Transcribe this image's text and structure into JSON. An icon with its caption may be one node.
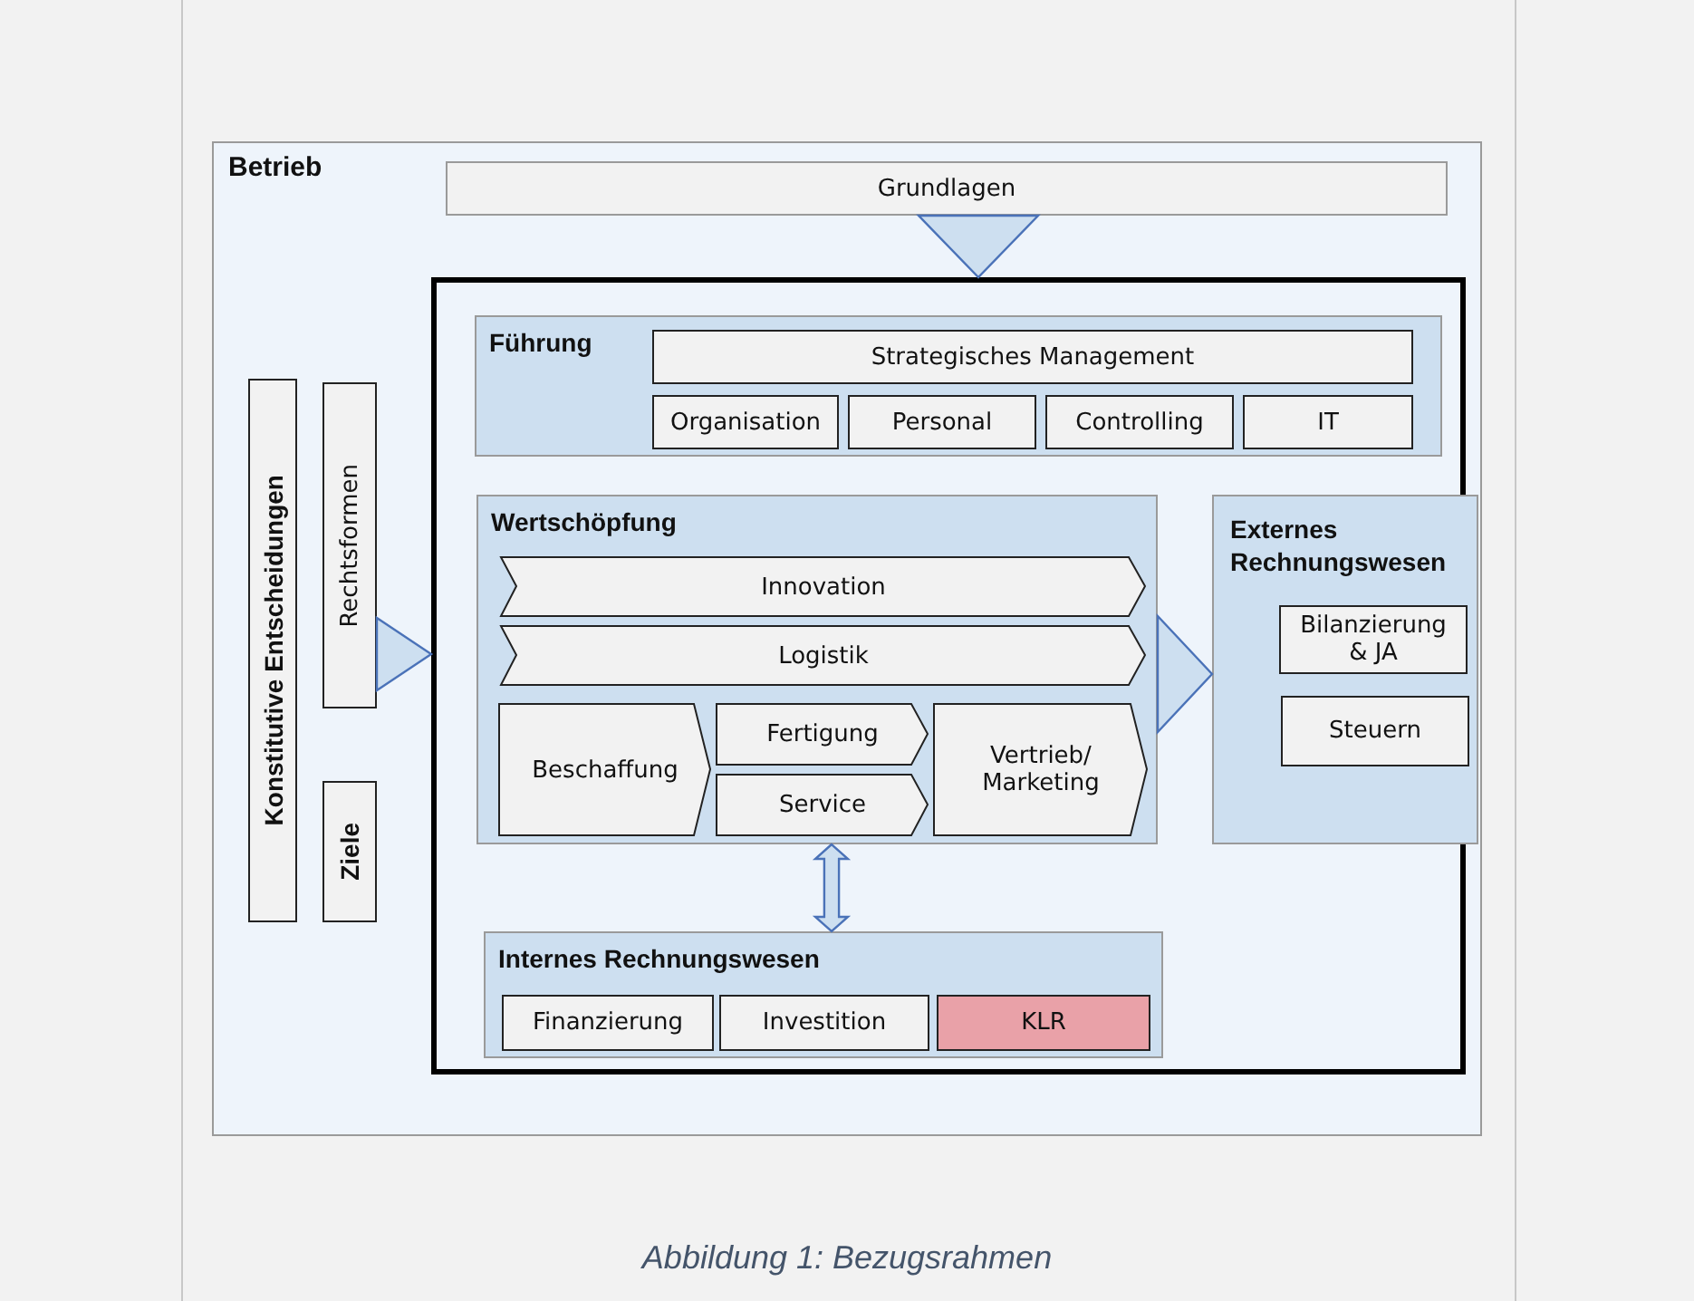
{
  "diagram": {
    "nodes": [
      {
        "text": [
          "Betrieb"
        ]
      },
      {
        "text": [
          "Grundlagen"
        ],
        "in": 0
      },
      {
        "text": [],
        "shape": "box",
        "in": 0
      },
      {
        "text": [
          "Führung"
        ],
        "in": 2
      },
      {
        "text": [
          "Strategisches Management"
        ],
        "in": 3
      },
      {
        "text": [
          "Organisation"
        ],
        "in": 3
      },
      {
        "text": [
          "Personal"
        ],
        "in": 3
      },
      {
        "text": [
          "Controlling"
        ],
        "in": 3
      },
      {
        "text": [
          "IT"
        ],
        "in": 3
      },
      {
        "text": [
          "Wertschöpfung"
        ],
        "in": 2
      },
      {
        "text": [
          "Innovation"
        ],
        "in": 9
      },
      {
        "text": [
          "Logistik"
        ],
        "in": 9
      },
      {
        "text": [
          "Beschaffung"
        ],
        "in": 9
      },
      {
        "text": [
          "Fertigung"
        ],
        "in": 9
      },
      {
        "text": [
          "Service"
        ],
        "in": 9
      },
      {
        "text": [
          "Vertrieb/ Marketing"
        ],
        "in": 9
      },
      {
        "text": [
          "Externes Rechnungswesen"
        ],
        "in": 2
      },
      {
        "text": [
          "Bilanzierung & JA"
        ],
        "in": 16
      },
      {
        "text": [
          "Steuern"
        ],
        "in": 16
      },
      {
        "text": [
          "Internes Rechnungswesen"
        ],
        "in": 2
      },
      {
        "text": [
          "Finanzierung"
        ],
        "in": 19
      },
      {
        "text": [
          "Investition"
        ],
        "in": 19
      },
      {
        "text": [
          "KLR"
        ],
        "in": 19
      },
      {
        "text": [
          "Konstitutive Entscheidungen"
        ],
        "in": 0
      },
      {
        "text": [
          "Rechtsformen"
        ],
        "in": 0
      },
      {
        "text": [
          "Ziele"
        ],
        "in": 0
      }
    ],
    "edges": [
      {
        "from": 1,
        "to": 2,
        "arrow": "to"
      },
      {
        "from": 24,
        "to": 2,
        "arrow": "to"
      },
      {
        "from": 25,
        "to": 2,
        "arrow": "to"
      },
      {
        "from": 9,
        "to": 16,
        "arrow": "to"
      },
      {
        "from": 9,
        "to": 19,
        "arrow": "both"
      }
    ],
    "caption": "Abbildung 1: Bezugsrahmen"
  }
}
